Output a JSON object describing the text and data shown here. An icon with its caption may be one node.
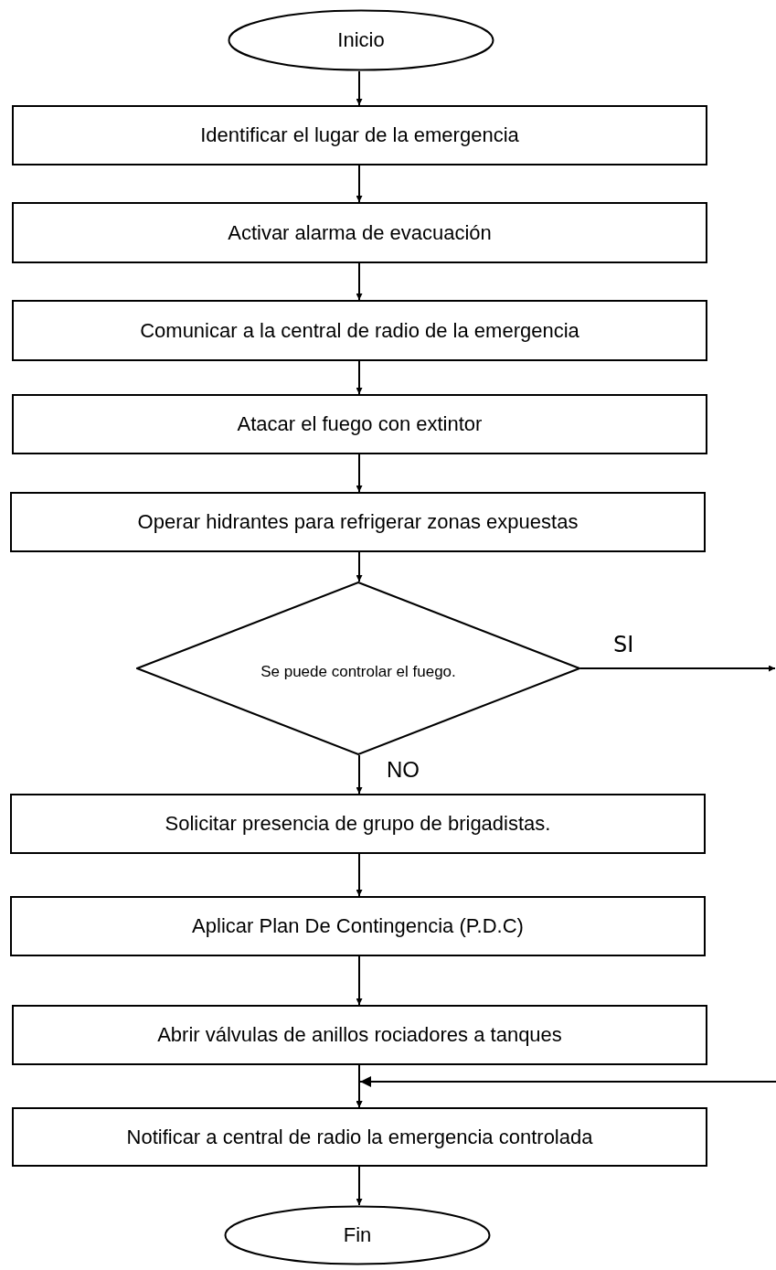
{
  "diagram": {
    "nodes": [
      {
        "text": [
          "Inicio"
        ]
      },
      {
        "text": [
          "Identificar el lugar de la emergencia"
        ]
      },
      {
        "text": [
          "Activar alarma de evacuación"
        ]
      },
      {
        "text": [
          "Comunicar a la central de radio de la emergencia"
        ]
      },
      {
        "text": [
          "Atacar el fuego con extintor"
        ]
      },
      {
        "text": [
          "Operar hidrantes para refrigerar zonas expuestas"
        ]
      },
      {
        "text": [
          "Se puede controlar el fuego."
        ]
      },
      {
        "text": [
          "Solicitar presencia de grupo de brigadistas."
        ]
      },
      {
        "text": [
          "Aplicar Plan De Contingencia (P.D.C)"
        ]
      },
      {
        "text": [
          "Abrir válvulas de anillos rociadores a tanques"
        ]
      },
      {
        "text": [
          "Notificar a central de radio la emergencia controlada"
        ]
      },
      {
        "text": [
          "Fin"
        ]
      }
    ],
    "edges": [
      {
        "from": 0,
        "to": 1,
        "arrow": "to"
      },
      {
        "from": 1,
        "to": 2,
        "arrow": "to"
      },
      {
        "from": 2,
        "to": 3,
        "arrow": "to"
      },
      {
        "from": 3,
        "to": 4,
        "arrow": "to"
      },
      {
        "from": 4,
        "to": 5,
        "arrow": "to"
      },
      {
        "from": 5,
        "to": 6,
        "arrow": "to"
      },
      {
        "from": 6,
        "to": 7,
        "arrow": "to",
        "label": "NO"
      },
      {
        "from": 7,
        "to": 8,
        "arrow": "to"
      },
      {
        "from": 8,
        "to": 9,
        "arrow": "to"
      },
      {
        "from": 9,
        "to": 10,
        "arrow": "to"
      },
      {
        "from": 10,
        "to": 11,
        "arrow": "to"
      },
      {
        "from": 6,
        "to": null,
        "arrow": "to",
        "label": "SI"
      },
      {
        "from": null,
        "to": 10,
        "arrow": "to"
      }
    ]
  }
}
